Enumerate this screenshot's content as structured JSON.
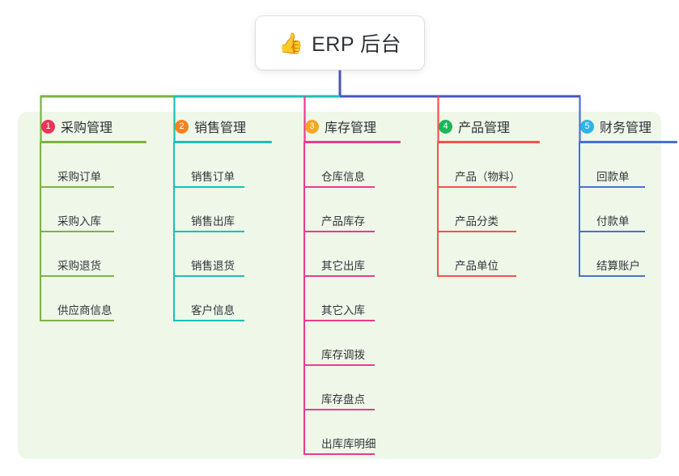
{
  "root": {
    "emoji": "👍",
    "emoji_name": "thumbs-up-emoji",
    "title": "ERP 后台"
  },
  "palette": {
    "page_background": "#ffffff",
    "panel_background": "#eef7e8",
    "text": "#2c3136",
    "root_stem": "#4a53b8"
  },
  "columns": [
    {
      "number": "1",
      "title": "采购管理",
      "color": "#7cb342",
      "badge_color": "#e8355a",
      "items": [
        {
          "label": "采购订单"
        },
        {
          "label": "采购入库"
        },
        {
          "label": "采购退货"
        },
        {
          "label": "供应商信息"
        }
      ]
    },
    {
      "number": "2",
      "title": "销售管理",
      "color": "#1bc0b6",
      "badge_color": "#f58220",
      "items": [
        {
          "label": "销售订单"
        },
        {
          "label": "销售出库"
        },
        {
          "label": "销售退货"
        },
        {
          "label": "客户信息"
        }
      ]
    },
    {
      "number": "3",
      "title": "库存管理",
      "color": "#eb3b8f",
      "badge_color": "#f5a623",
      "items": [
        {
          "label": "仓库信息"
        },
        {
          "label": "产品库存"
        },
        {
          "label": "其它出库"
        },
        {
          "label": "其它入库"
        },
        {
          "label": "库存调拨"
        },
        {
          "label": "库存盘点"
        },
        {
          "label": "出库库明细"
        }
      ]
    },
    {
      "number": "4",
      "title": "产品管理",
      "color": "#f9504f",
      "badge_color": "#1bb55c",
      "items": [
        {
          "label": "产品（物料）"
        },
        {
          "label": "产品分类"
        },
        {
          "label": "产品单位"
        }
      ]
    },
    {
      "number": "5",
      "title": "财务管理",
      "color": "#4a6fd4",
      "badge_color": "#30b3e6",
      "items": [
        {
          "label": "回款单"
        },
        {
          "label": "付款单"
        },
        {
          "label": "结算账户"
        }
      ]
    }
  ],
  "connectors": {
    "bus_segments": [
      {
        "name": "bus-green",
        "color": "#7cb342"
      },
      {
        "name": "bus-teal",
        "color": "#1bc0b6"
      },
      {
        "name": "bus-purple",
        "color": "#4a53b8"
      }
    ]
  }
}
